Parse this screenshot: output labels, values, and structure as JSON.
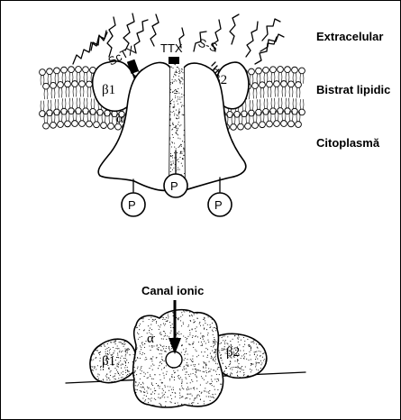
{
  "labels": {
    "extracellular": "Extracelular",
    "lipid_bilayer": "Bistrat lipidic",
    "cytoplasm": "Citoplasmă",
    "ion_channel": "Canal ionic"
  },
  "toxins": {
    "sctx": "ScTX",
    "ttx": "TTX",
    "ss": "S-S"
  },
  "subunits": {
    "alpha": "α",
    "beta1": "β1",
    "beta2": "β2"
  },
  "phosphate": "P",
  "colors": {
    "ink": "#000000",
    "paper": "#ffffff"
  }
}
